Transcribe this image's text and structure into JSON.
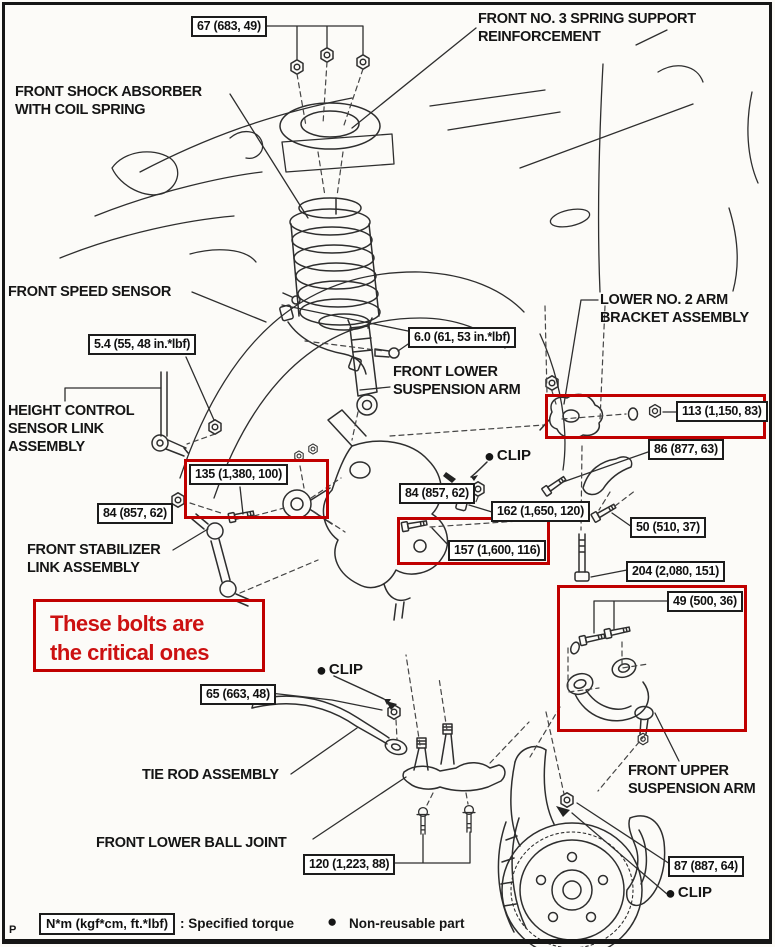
{
  "colors": {
    "ink": "#1a1a1a",
    "highlight_red": "#c00000",
    "annotation_red": "#cc1111",
    "background": "#fcfbf8"
  },
  "labels": {
    "spring_support": {
      "line1": "FRONT NO. 3 SPRING SUPPORT",
      "line2": "REINFORCEMENT"
    },
    "shock_absorber": {
      "line1": "FRONT SHOCK ABSORBER",
      "line2": "WITH COIL SPRING"
    },
    "speed_sensor": {
      "line1": "FRONT SPEED SENSOR"
    },
    "lower_no2_bracket": {
      "line1": "LOWER NO. 2 ARM",
      "line2": "BRACKET ASSEMBLY"
    },
    "lower_arm": {
      "line1": "FRONT LOWER",
      "line2": "SUSPENSION  ARM"
    },
    "height_control": {
      "line1": "HEIGHT CONTROL",
      "line2": "SENSOR LINK",
      "line3": "ASSEMBLY"
    },
    "stabilizer": {
      "line1": "FRONT STABILIZER",
      "line2": "LINK ASSEMBLY"
    },
    "tie_rod": {
      "line1": "TIE ROD ASSEMBLY"
    },
    "ball_joint": {
      "line1": "FRONT LOWER BALL JOINT"
    },
    "upper_arm": {
      "line1": "FRONT UPPER",
      "line2": "SUSPENSION ARM"
    }
  },
  "torques": {
    "t67": "67 (683, 49)",
    "t54": "5.4 (55, 48 in.*lbf)",
    "t60": "6.0 (61, 53 in.*lbf)",
    "t113": "113 (1,150, 83)",
    "t86": "86 (877, 63)",
    "t84_center": "84 (857, 62)",
    "t162": "162 (1,650, 120)",
    "t50": "50 (510, 37)",
    "t84_left": "84 (857, 62)",
    "t135": "135 (1,380, 100)",
    "t157": "157 (1,600, 116)",
    "t204": "204 (2,080, 151)",
    "t49": "49 (500, 36)",
    "t65": "65 (663, 48)",
    "t120": "120 (1,223, 88)",
    "t87": "87 (887, 64)"
  },
  "clips": {
    "bullet": "●",
    "label": "CLIP"
  },
  "annotation": {
    "line1": "These bolts are",
    "line2": "the critical ones"
  },
  "legend": {
    "units_box": "N*m (kgf*cm, ft.*lbf)",
    "units_desc": ": Specified torque",
    "bullet": "●",
    "non_reusable": "Non-reusable part"
  },
  "page_marker": "P"
}
